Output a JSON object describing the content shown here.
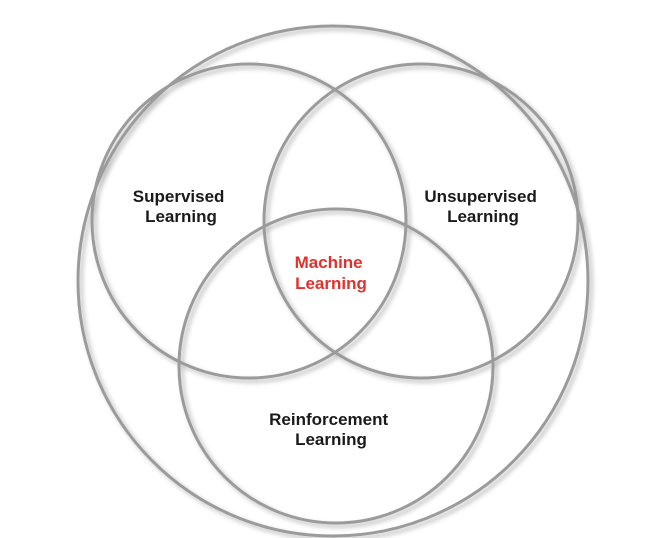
{
  "diagram": {
    "stroke_color": "#9b9b9b",
    "label_color": "#1a1a1a",
    "center_color": "#e0312d",
    "regions": {
      "supervised": {
        "line1": "Supervised",
        "line2": "Learning"
      },
      "unsupervised": {
        "line1": "Unsupervised",
        "line2": "Learning"
      },
      "reinforcement": {
        "line1": "Reinforcement",
        "line2": "Learning"
      },
      "center": {
        "line1": "Machine",
        "line2": "Learning"
      }
    }
  }
}
